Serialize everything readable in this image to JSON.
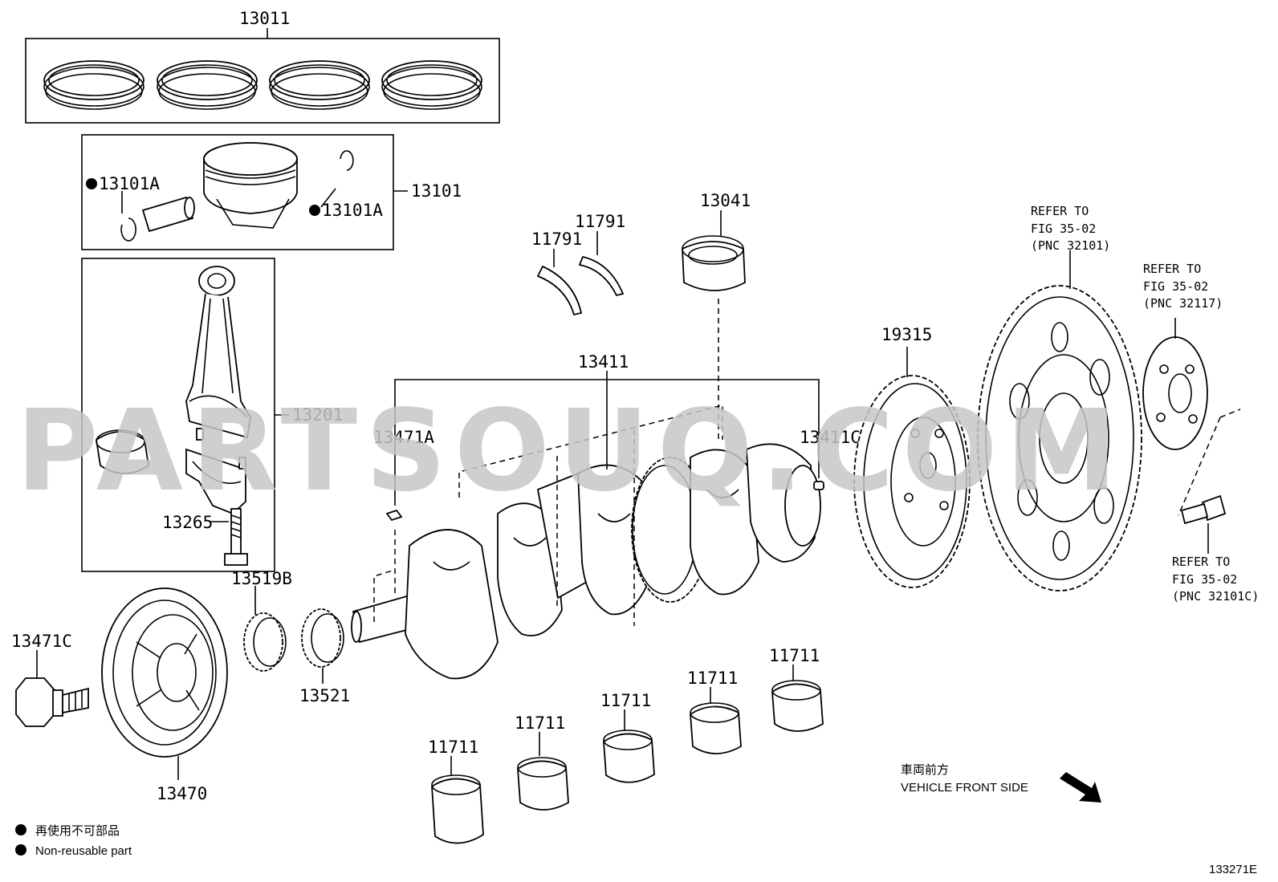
{
  "watermark": "PARTSOUQ.COM",
  "labels": {
    "p13011": "13011",
    "p13101": "13101",
    "p13101A_left": "13101A",
    "p13101A_right": "13101A",
    "p13201": "13201",
    "p13265": "13265",
    "p13519B": "13519B",
    "p13471C": "13471C",
    "p13470": "13470",
    "p13521": "13521",
    "p11791_a": "11791",
    "p11791_b": "11791",
    "p13041": "13041",
    "p13411": "13411",
    "p13471A": "13471A",
    "p13411C": "13411C",
    "p19315": "19315",
    "bearings": [
      "11711",
      "11711",
      "11711",
      "11711",
      "11711"
    ]
  },
  "refs": {
    "ref1": [
      "REFER TO",
      "FIG 35-02",
      "(PNC 32101)"
    ],
    "ref2": [
      "REFER TO",
      "FIG 35-02",
      "(PNC 32117)"
    ],
    "ref3": [
      "REFER TO",
      "FIG 35-02",
      "(PNC 32101C)"
    ]
  },
  "legend": {
    "jp": "再使用不可部品",
    "en": "Non-reusable part"
  },
  "direction": {
    "jp": "車両前方",
    "en": "VEHICLE FRONT SIDE"
  },
  "figure_id": "133271E"
}
